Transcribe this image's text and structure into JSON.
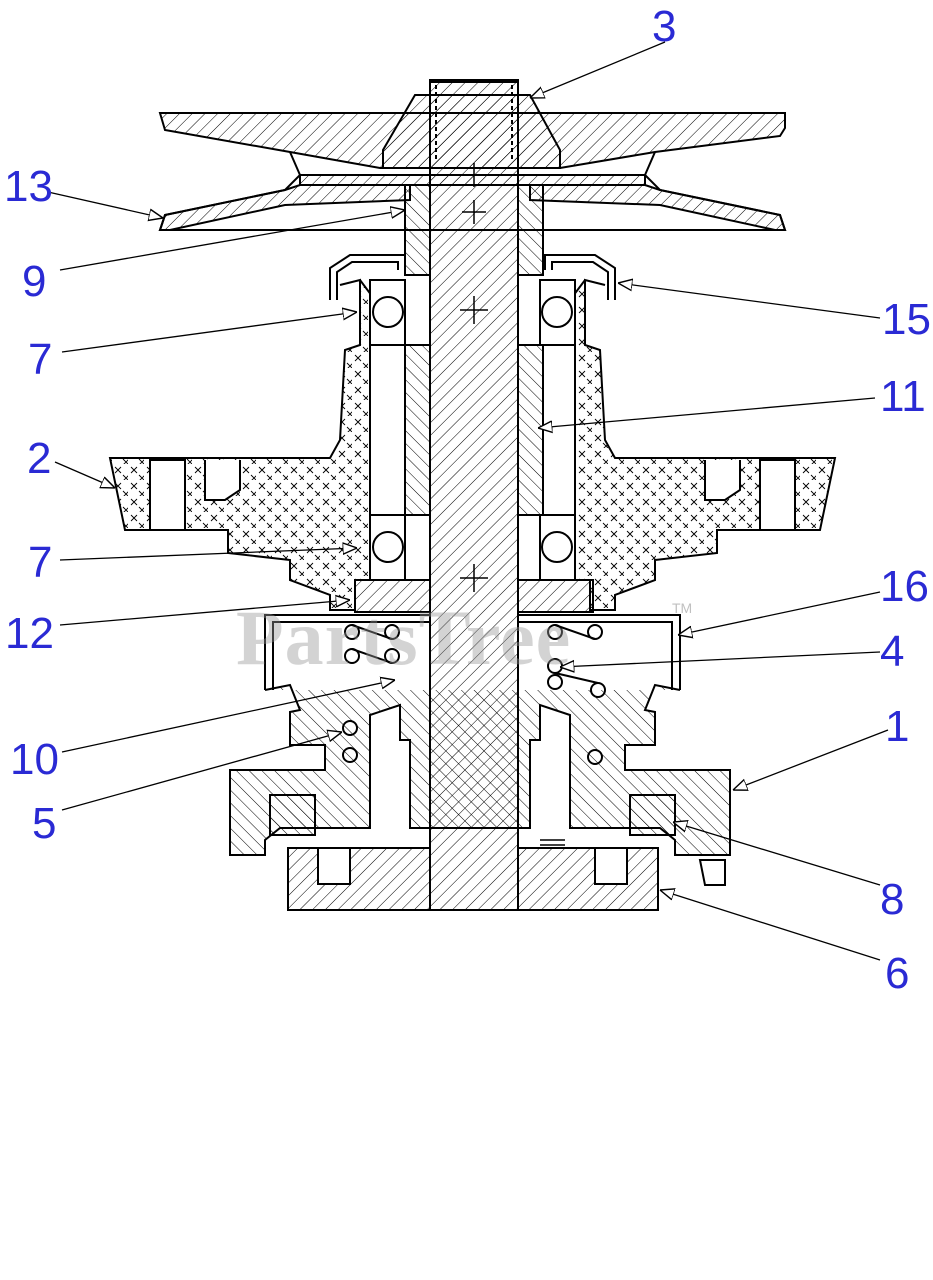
{
  "watermark": {
    "text": "PartsTree",
    "trademark": "TM"
  },
  "callouts": [
    {
      "id": "3",
      "text": "3"
    },
    {
      "id": "13",
      "text": "13"
    },
    {
      "id": "9",
      "text": "9"
    },
    {
      "id": "15",
      "text": "15"
    },
    {
      "id": "7a",
      "text": "7"
    },
    {
      "id": "11",
      "text": "11"
    },
    {
      "id": "2",
      "text": "2"
    },
    {
      "id": "7b",
      "text": "7"
    },
    {
      "id": "16",
      "text": "16"
    },
    {
      "id": "12",
      "text": "12"
    },
    {
      "id": "4",
      "text": "4"
    },
    {
      "id": "1",
      "text": "1"
    },
    {
      "id": "10",
      "text": "10"
    },
    {
      "id": "5",
      "text": "5"
    },
    {
      "id": "8",
      "text": "8"
    },
    {
      "id": "6",
      "text": "6"
    }
  ],
  "colors": {
    "callout": "#2a2ad4",
    "line": "#000000",
    "hatch": "#000000"
  }
}
